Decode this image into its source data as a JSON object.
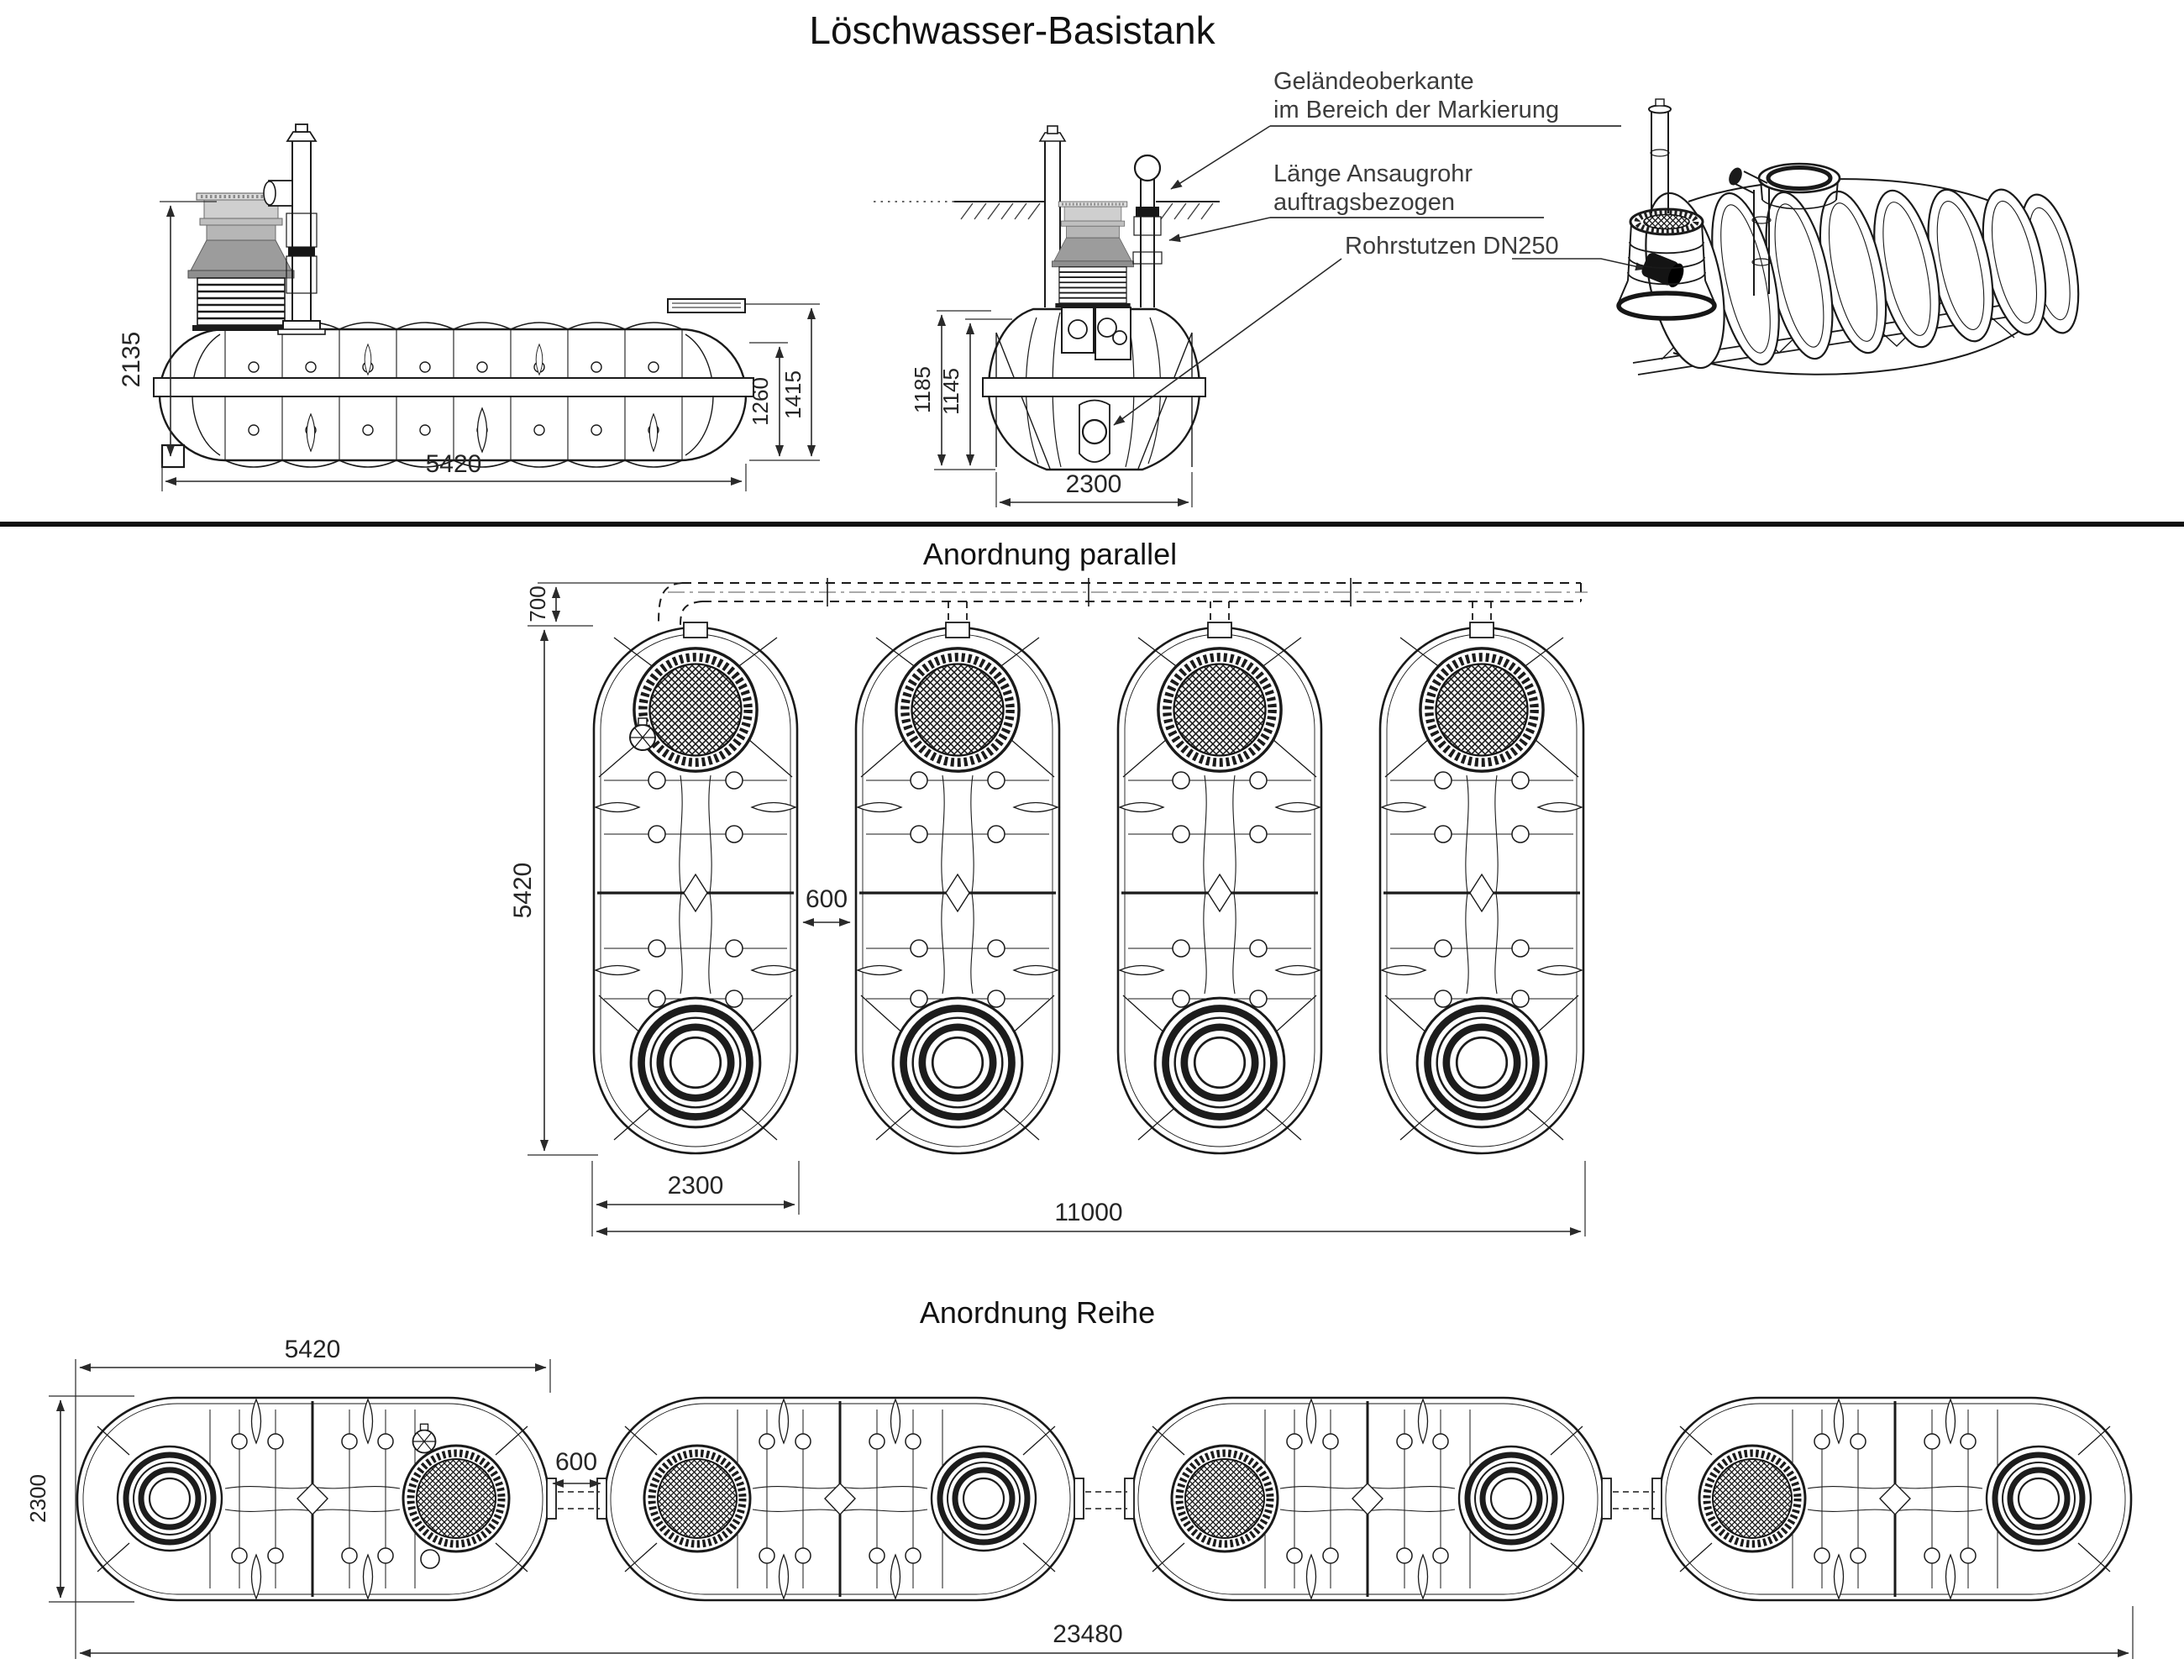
{
  "title": "Löschwasser-Basistank",
  "side_view": {
    "dim_height": "2135",
    "dim_length": "5420",
    "dim_h_right_inner": "1260",
    "dim_h_right_outer": "1415"
  },
  "front_view": {
    "dim_h_outer": "1185",
    "dim_h_inner": "1145",
    "dim_width": "2300",
    "label_ground_1": "Geländeoberkante",
    "label_ground_2": "im Bereich der Markierung",
    "label_suction_1": "Länge Ansaugrohr",
    "label_suction_2": "auftragsbezogen",
    "label_nozzle": "Rohrstutzen DN250"
  },
  "parallel": {
    "heading": "Anordnung parallel",
    "dim_pipe_offset": "700",
    "dim_length": "5420",
    "dim_gap": "600",
    "dim_width": "2300",
    "dim_total": "11000"
  },
  "row": {
    "heading": "Anordnung Reihe",
    "dim_length": "5420",
    "dim_width": "2300",
    "dim_gap": "600",
    "dim_total": "23480"
  },
  "colors": {
    "line": "#1a1a1a",
    "dimension": "#2a2a2a",
    "label": "#3c3c3c",
    "shaft_light": "#dcdcdc",
    "shaft_mid": "#b6b6b6",
    "shaft_dark": "#8f8f8f",
    "hatch": "#141414"
  }
}
